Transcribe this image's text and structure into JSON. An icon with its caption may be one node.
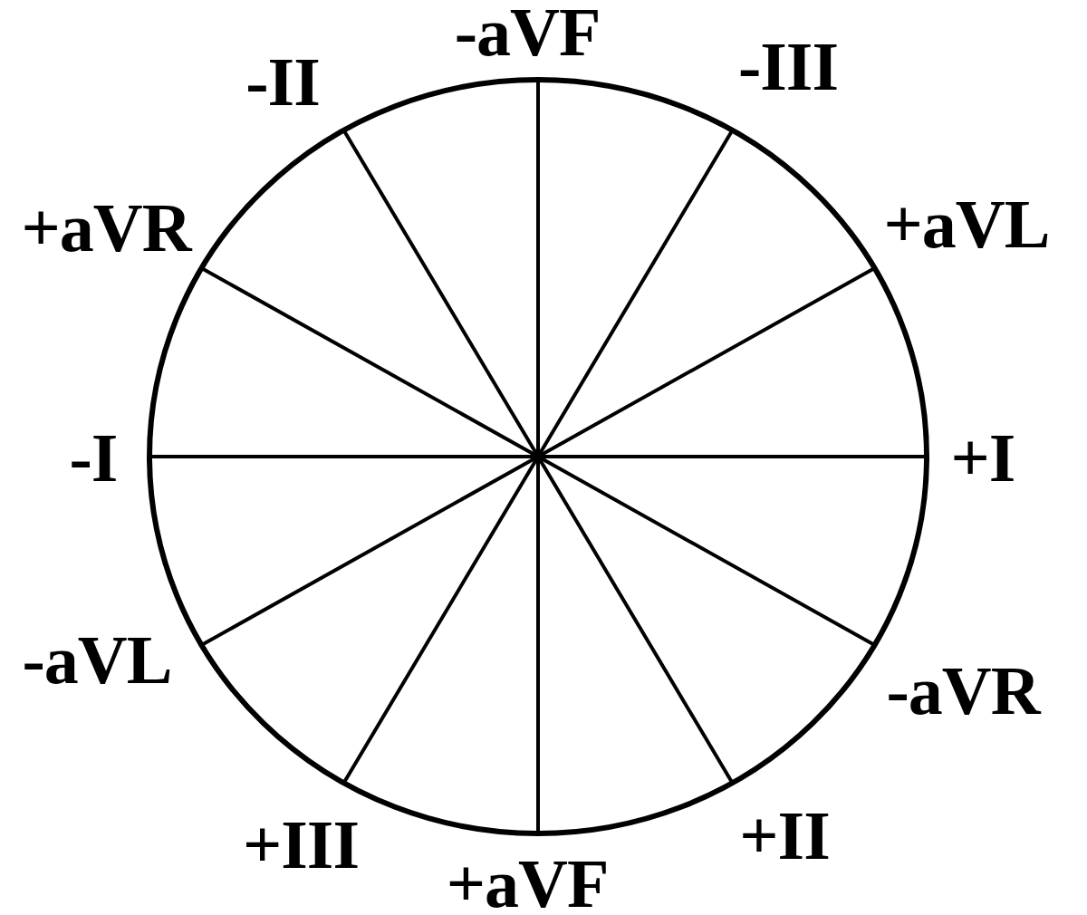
{
  "diagram": {
    "labels": [
      "-aVF",
      "-II",
      "-III",
      "+aVR",
      "+aVL",
      "-I",
      "+I",
      "-aVL",
      "-aVR",
      "+III",
      "+II",
      "+aVF"
    ]
  }
}
